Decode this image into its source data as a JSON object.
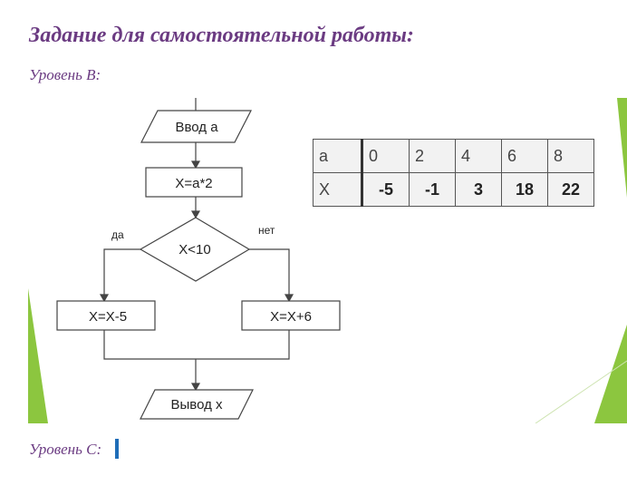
{
  "title": "Задание для самостоятельной работы:",
  "level_b": "Уровень В:",
  "level_c": "Уровень С:",
  "flowchart": {
    "input": "Ввод a",
    "assign": "X=a*2",
    "condition": "X<10",
    "yes_label": "да",
    "no_label": "нет",
    "yes_branch": "X=X-5",
    "no_branch": "X=X+6",
    "output": "Вывод x"
  },
  "table": {
    "a_header": "a",
    "x_header": "X",
    "a_values": [
      "0",
      "2",
      "4",
      "6",
      "8"
    ],
    "x_values": [
      "-5",
      "-1",
      "3",
      "18",
      "22"
    ]
  },
  "colors": {
    "heading": "#6b3b82",
    "cursor": "#1f6db8",
    "decor_green": "#8cc63f"
  }
}
